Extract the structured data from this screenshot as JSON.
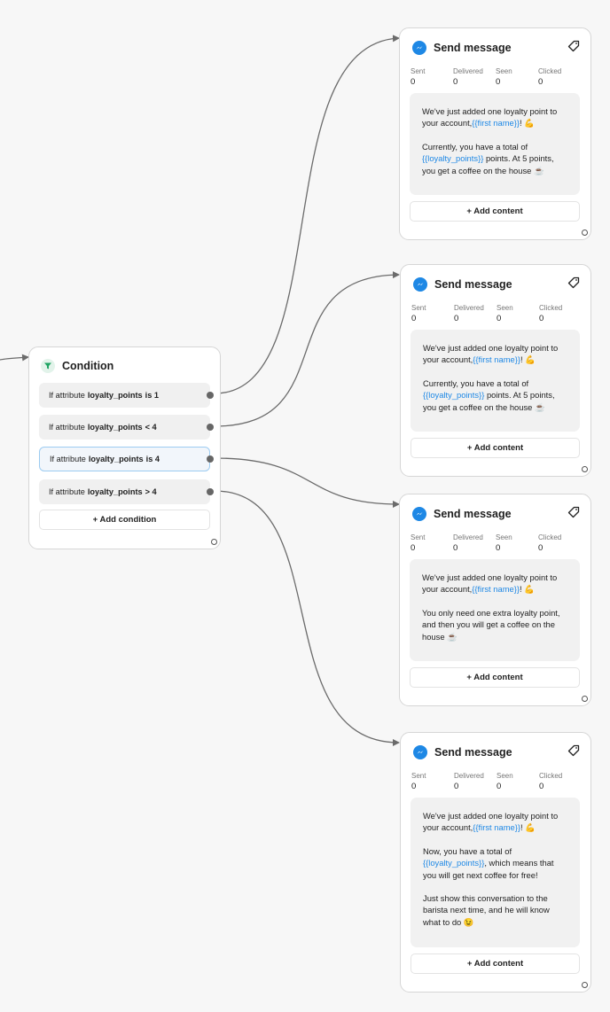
{
  "condition": {
    "title": "Condition",
    "rows": [
      {
        "prefix": "If attribute",
        "attribute": "loyalty_points",
        "rest": "is 1"
      },
      {
        "prefix": "If attribute",
        "attribute": "loyalty_points",
        "rest": "< 4"
      },
      {
        "prefix": "If attribute",
        "attribute": "loyalty_points",
        "rest": "is 4"
      },
      {
        "prefix": "If attribute",
        "attribute": "loyalty_points",
        "rest": "> 4"
      }
    ],
    "add_label": "+ Add condition"
  },
  "messages": [
    {
      "title": "Send message",
      "stats": {
        "sent_label": "Sent",
        "sent": "0",
        "delivered_label": "Delivered",
        "delivered": "0",
        "seen_label": "Seen",
        "seen": "0",
        "clicked_label": "Clicked",
        "clicked": "0"
      },
      "p1_a": "We've just added one loyalty point to your account,",
      "p1_var": "{{first name}}",
      "p1_b": "! 💪",
      "p2_a": "Currently, you have a total of ",
      "p2_var": "{{loyalty_points}}",
      "p2_b": " points. At 5 points, you get a coffee on the house ☕",
      "add_label": "+ Add content"
    },
    {
      "title": "Send message",
      "stats": {
        "sent_label": "Sent",
        "sent": "0",
        "delivered_label": "Delivered",
        "delivered": "0",
        "seen_label": "Seen",
        "seen": "0",
        "clicked_label": "Clicked",
        "clicked": "0"
      },
      "p1_a": "We've just added one loyalty point to your account,",
      "p1_var": "{{first name}}",
      "p1_b": "! 💪",
      "p2_a": "Currently, you have a total of ",
      "p2_var": "{{loyalty_points}}",
      "p2_b": " points. At 5 points, you get a coffee on the house ☕",
      "add_label": "+ Add content"
    },
    {
      "title": "Send message",
      "stats": {
        "sent_label": "Sent",
        "sent": "0",
        "delivered_label": "Delivered",
        "delivered": "0",
        "seen_label": "Seen",
        "seen": "0",
        "clicked_label": "Clicked",
        "clicked": "0"
      },
      "p1_a": "We've just added one loyalty point to your account,",
      "p1_var": "{{first name}}",
      "p1_b": "! 💪",
      "p2": "You only need one extra loyalty point, and then you will get a coffee on the house ☕",
      "add_label": "+ Add content"
    },
    {
      "title": "Send message",
      "stats": {
        "sent_label": "Sent",
        "sent": "0",
        "delivered_label": "Delivered",
        "delivered": "0",
        "seen_label": "Seen",
        "seen": "0",
        "clicked_label": "Clicked",
        "clicked": "0"
      },
      "p1_a": "We've just added one loyalty point to your account,",
      "p1_var": "{{first name}}",
      "p1_b": "! 💪",
      "p2_a": "Now, you have a total of ",
      "p2_var": "{{loyalty_points}}",
      "p2_b": ", which means that you will get next coffee for free!",
      "p3": "Just show this conversation to the barista next time, and he will know what to do 😉",
      "add_label": "+ Add content"
    }
  ],
  "colors": {
    "messenger": "#1e88e5",
    "variable": "#1e88e5",
    "condition_icon": "#1fa463",
    "active_border": "#9ccbf1"
  }
}
